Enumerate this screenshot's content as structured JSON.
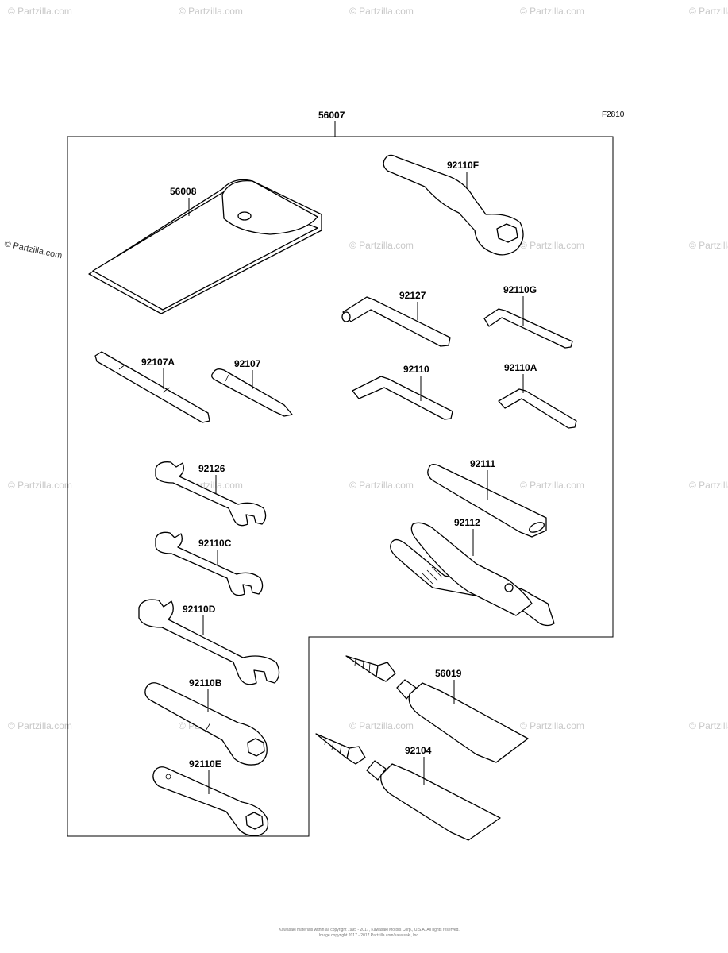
{
  "figure_ref": "F2810",
  "main_part": "56007",
  "parts": {
    "p56008": "56008",
    "p92110F": "92110F",
    "p92127": "92127",
    "p92110G": "92110G",
    "p92107A": "92107A",
    "p92107": "92107",
    "p92110": "92110",
    "p92110A": "92110A",
    "p92126": "92126",
    "p92111": "92111",
    "p92112": "92112",
    "p92110C": "92110C",
    "p92110D": "92110D",
    "p56019": "56019",
    "p92110B": "92110B",
    "p92104": "92104",
    "p92110E": "92110E"
  },
  "watermark": "© Partzilla.com",
  "footer": {
    "line1": "Kawasaki materials within all copyright 1995 - 2017, Kawasaki Motors Corp., U.S.A. All rights reserved.",
    "line2": "Image copyright 2017 - 2017 Partzilla.com/kawasaki, Inc."
  }
}
